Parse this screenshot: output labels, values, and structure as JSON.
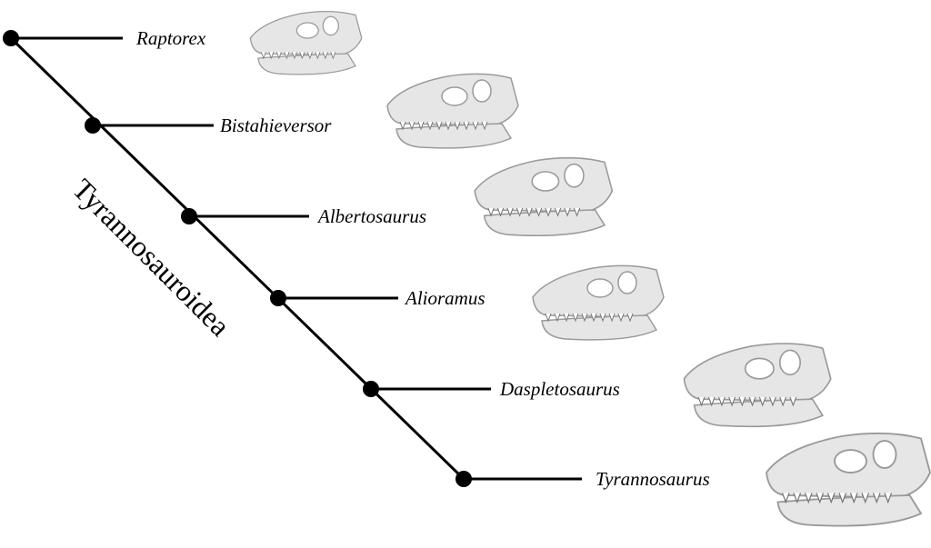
{
  "clade_label": "Tyrannosauroidea",
  "taxa": [
    {
      "name": "Raptorex",
      "icon": "skull-image"
    },
    {
      "name": "Bistahieversor",
      "icon": "skull-image"
    },
    {
      "name": "Albertosaurus",
      "icon": "skull-image"
    },
    {
      "name": "Alioramus",
      "icon": "skull-image"
    },
    {
      "name": "Daspletosaurus",
      "icon": "skull-image"
    },
    {
      "name": "Tyrannosaurus",
      "icon": "skull-image"
    }
  ],
  "colors": {
    "line": "#000000",
    "skull": "#e6e6e6",
    "skull_shade": "#9a9a9a"
  }
}
